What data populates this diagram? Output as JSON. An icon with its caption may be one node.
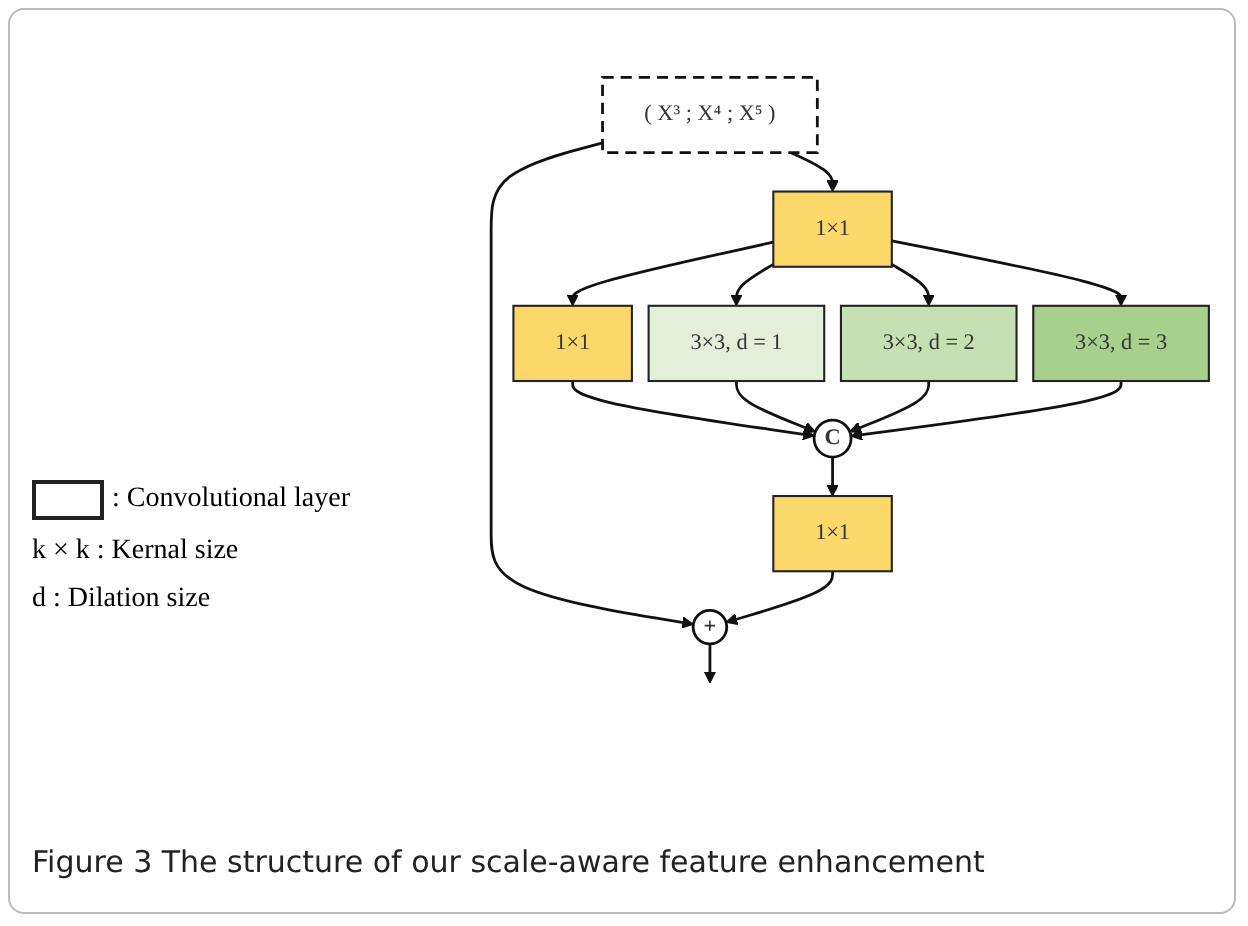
{
  "diagram": {
    "caption": "Figure 3 The structure of our scale-aware feature enhancement",
    "nodes": [
      {
        "text": [
          "( X³ ; X⁴ ; X⁵ )"
        ]
      },
      {
        "text": [
          "1×1"
        ]
      },
      {
        "text": [
          "1×1"
        ]
      },
      {
        "text": [
          "3×3, d = 1"
        ]
      },
      {
        "text": [
          "3×3, d = 2"
        ]
      },
      {
        "text": [
          "3×3, d = 3"
        ]
      },
      {
        "text": [
          "C"
        ]
      },
      {
        "text": [
          "1×1"
        ]
      },
      {
        "text": [
          "+"
        ]
      }
    ],
    "edges": [
      {
        "from": 0,
        "to": 1,
        "arrow": "to"
      },
      {
        "from": 0,
        "to": 8,
        "arrow": "to"
      },
      {
        "from": 1,
        "to": 2,
        "arrow": "to"
      },
      {
        "from": 1,
        "to": 3,
        "arrow": "to"
      },
      {
        "from": 1,
        "to": 4,
        "arrow": "to"
      },
      {
        "from": 1,
        "to": 5,
        "arrow": "to"
      },
      {
        "from": 2,
        "to": 6,
        "arrow": "to"
      },
      {
        "from": 3,
        "to": 6,
        "arrow": "to"
      },
      {
        "from": 4,
        "to": 6,
        "arrow": "to"
      },
      {
        "from": 5,
        "to": 6,
        "arrow": "to"
      },
      {
        "from": 6,
        "to": 7,
        "arrow": "to"
      },
      {
        "from": 7,
        "to": 8,
        "arrow": "to"
      },
      {
        "from": 8,
        "to": null,
        "arrow": "to"
      }
    ],
    "labels": [
      "k × k : Kernal size",
      "d : Dilation size"
    ],
    "legend": [
      {
        "text": ": Convolutional layer"
      }
    ]
  }
}
